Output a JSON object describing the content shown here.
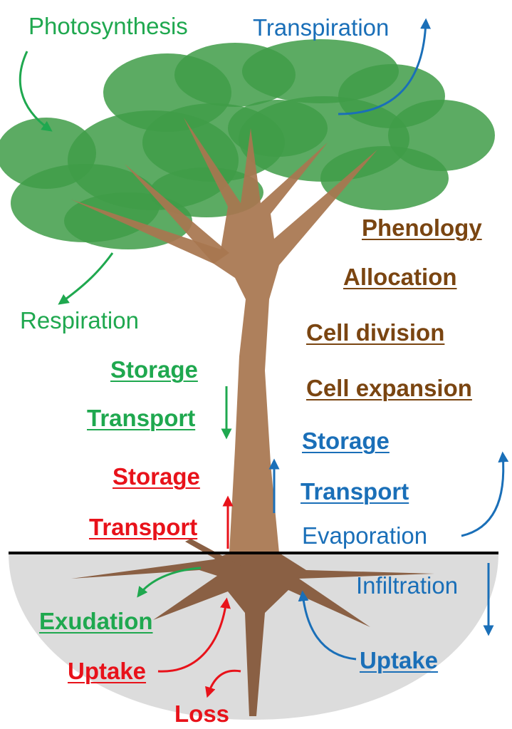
{
  "colors": {
    "carbon": "#1fa84f",
    "water": "#1a6fb8",
    "nutrient": "#e8121a",
    "growth": "#7a4511",
    "trunk": "#a87650",
    "root": "#8a6044",
    "canopy": "#3f9c48",
    "soil": "#dcdcdc"
  },
  "labels": {
    "photosynthesis": "Photosynthesis",
    "transpiration": "Transpiration",
    "respiration": "Respiration",
    "phenology": "Phenology",
    "allocation": "Allocation",
    "cell_division": "Cell division",
    "cell_expansion": "Cell expansion",
    "carbon_storage": "Storage",
    "carbon_transport": "Transport",
    "nutrient_storage": "Storage",
    "nutrient_transport": "Transport",
    "water_storage": "Storage",
    "water_transport": "Transport",
    "evaporation": "Evaporation",
    "infiltration": "Infiltration",
    "exudation": "Exudation",
    "nutrient_uptake": "Uptake",
    "water_uptake": "Uptake",
    "loss": "Loss"
  }
}
